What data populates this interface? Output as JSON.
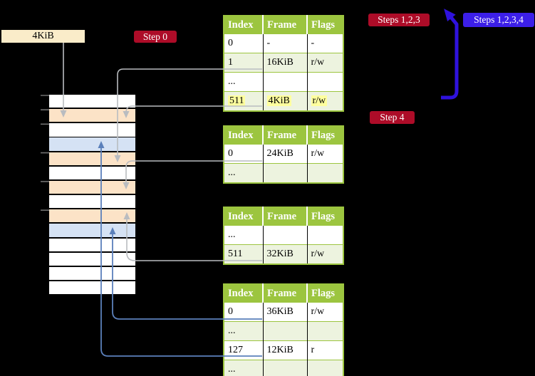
{
  "labels": {
    "page_size_box": "4KiB",
    "step0": "Step 0",
    "steps_1_2_3": "Steps 1,2,3",
    "steps_1_2_3_4": "Steps 1,2,3,4",
    "step4": "Step 4"
  },
  "memory_stack": {
    "description": "physical memory frames, one row = 4KiB",
    "rows": [
      "white",
      "orange",
      "white",
      "blue",
      "orange",
      "white",
      "orange",
      "white",
      "orange",
      "blue",
      "white",
      "white",
      "white",
      "white"
    ],
    "tick_count": 6
  },
  "page_tables": [
    {
      "columns": [
        "Index",
        "Frame",
        "Flags"
      ],
      "rows": [
        {
          "cells": [
            "0",
            "-",
            "-"
          ],
          "shaded": false,
          "highlighted": false
        },
        {
          "cells": [
            "1",
            "16KiB",
            "r/w"
          ],
          "shaded": true,
          "highlighted": false
        },
        {
          "cells": [
            "...",
            "",
            ""
          ],
          "shaded": false,
          "highlighted": false
        },
        {
          "cells": [
            "511",
            "4KiB",
            "r/w"
          ],
          "shaded": true,
          "highlighted": true
        }
      ]
    },
    {
      "columns": [
        "Index",
        "Frame",
        "Flags"
      ],
      "rows": [
        {
          "cells": [
            "0",
            "24KiB",
            "r/w"
          ],
          "shaded": false,
          "highlighted": false
        },
        {
          "cells": [
            "...",
            "",
            ""
          ],
          "shaded": true,
          "highlighted": false
        }
      ]
    },
    {
      "columns": [
        "Index",
        "Frame",
        "Flags"
      ],
      "rows": [
        {
          "cells": [
            "...",
            "",
            ""
          ],
          "shaded": false,
          "highlighted": false
        },
        {
          "cells": [
            "511",
            "32KiB",
            "r/w"
          ],
          "shaded": true,
          "highlighted": false
        }
      ]
    },
    {
      "columns": [
        "Index",
        "Frame",
        "Flags"
      ],
      "rows": [
        {
          "cells": [
            "0",
            "36KiB",
            "r/w"
          ],
          "shaded": false,
          "highlighted": false
        },
        {
          "cells": [
            "...",
            "",
            ""
          ],
          "shaded": true,
          "highlighted": false
        },
        {
          "cells": [
            "127",
            "12KiB",
            "r"
          ],
          "shaded": false,
          "highlighted": false
        },
        {
          "cells": [
            "...",
            "",
            ""
          ],
          "shaded": true,
          "highlighted": false
        }
      ]
    }
  ],
  "connections": [
    {
      "from": "page-size-box",
      "to": "memory-row-2",
      "color": "gray"
    },
    {
      "from": "table1-row-1",
      "to": "memory-row-5",
      "color": "gray"
    },
    {
      "from": "table1-row-511",
      "to": "memory-row-2",
      "color": "gray"
    },
    {
      "from": "table2-row-0",
      "to": "memory-row-7",
      "color": "gray"
    },
    {
      "from": "table3-row-511",
      "to": "memory-row-9",
      "color": "gray"
    },
    {
      "from": "table4-row-0",
      "to": "memory-row-10",
      "color": "blue"
    },
    {
      "from": "table4-row-127",
      "to": "memory-row-4",
      "color": "blue"
    },
    {
      "from": "steps-flow",
      "to": "table1",
      "color": "big"
    }
  ],
  "colors": {
    "background": "#000000",
    "table_header_green": "#9cc53f",
    "table_row_light_green": "#edf3df",
    "highlight_yellow": "#ffff9e",
    "step_label_red": "#ad0c28",
    "steps_label_blue": "#3c1fe8",
    "big_arrow_blue": "#2f12dd",
    "small_arrow_blue": "#5b80bb",
    "small_arrow_gray": "#b9bcc0",
    "tick_gray": "#6f6f6f",
    "memory_row_orange": "#fce3c7",
    "memory_row_blue": "#d5e2f4",
    "size_box_beige": "#faecc9",
    "memory_row_white": "#ffffff"
  }
}
